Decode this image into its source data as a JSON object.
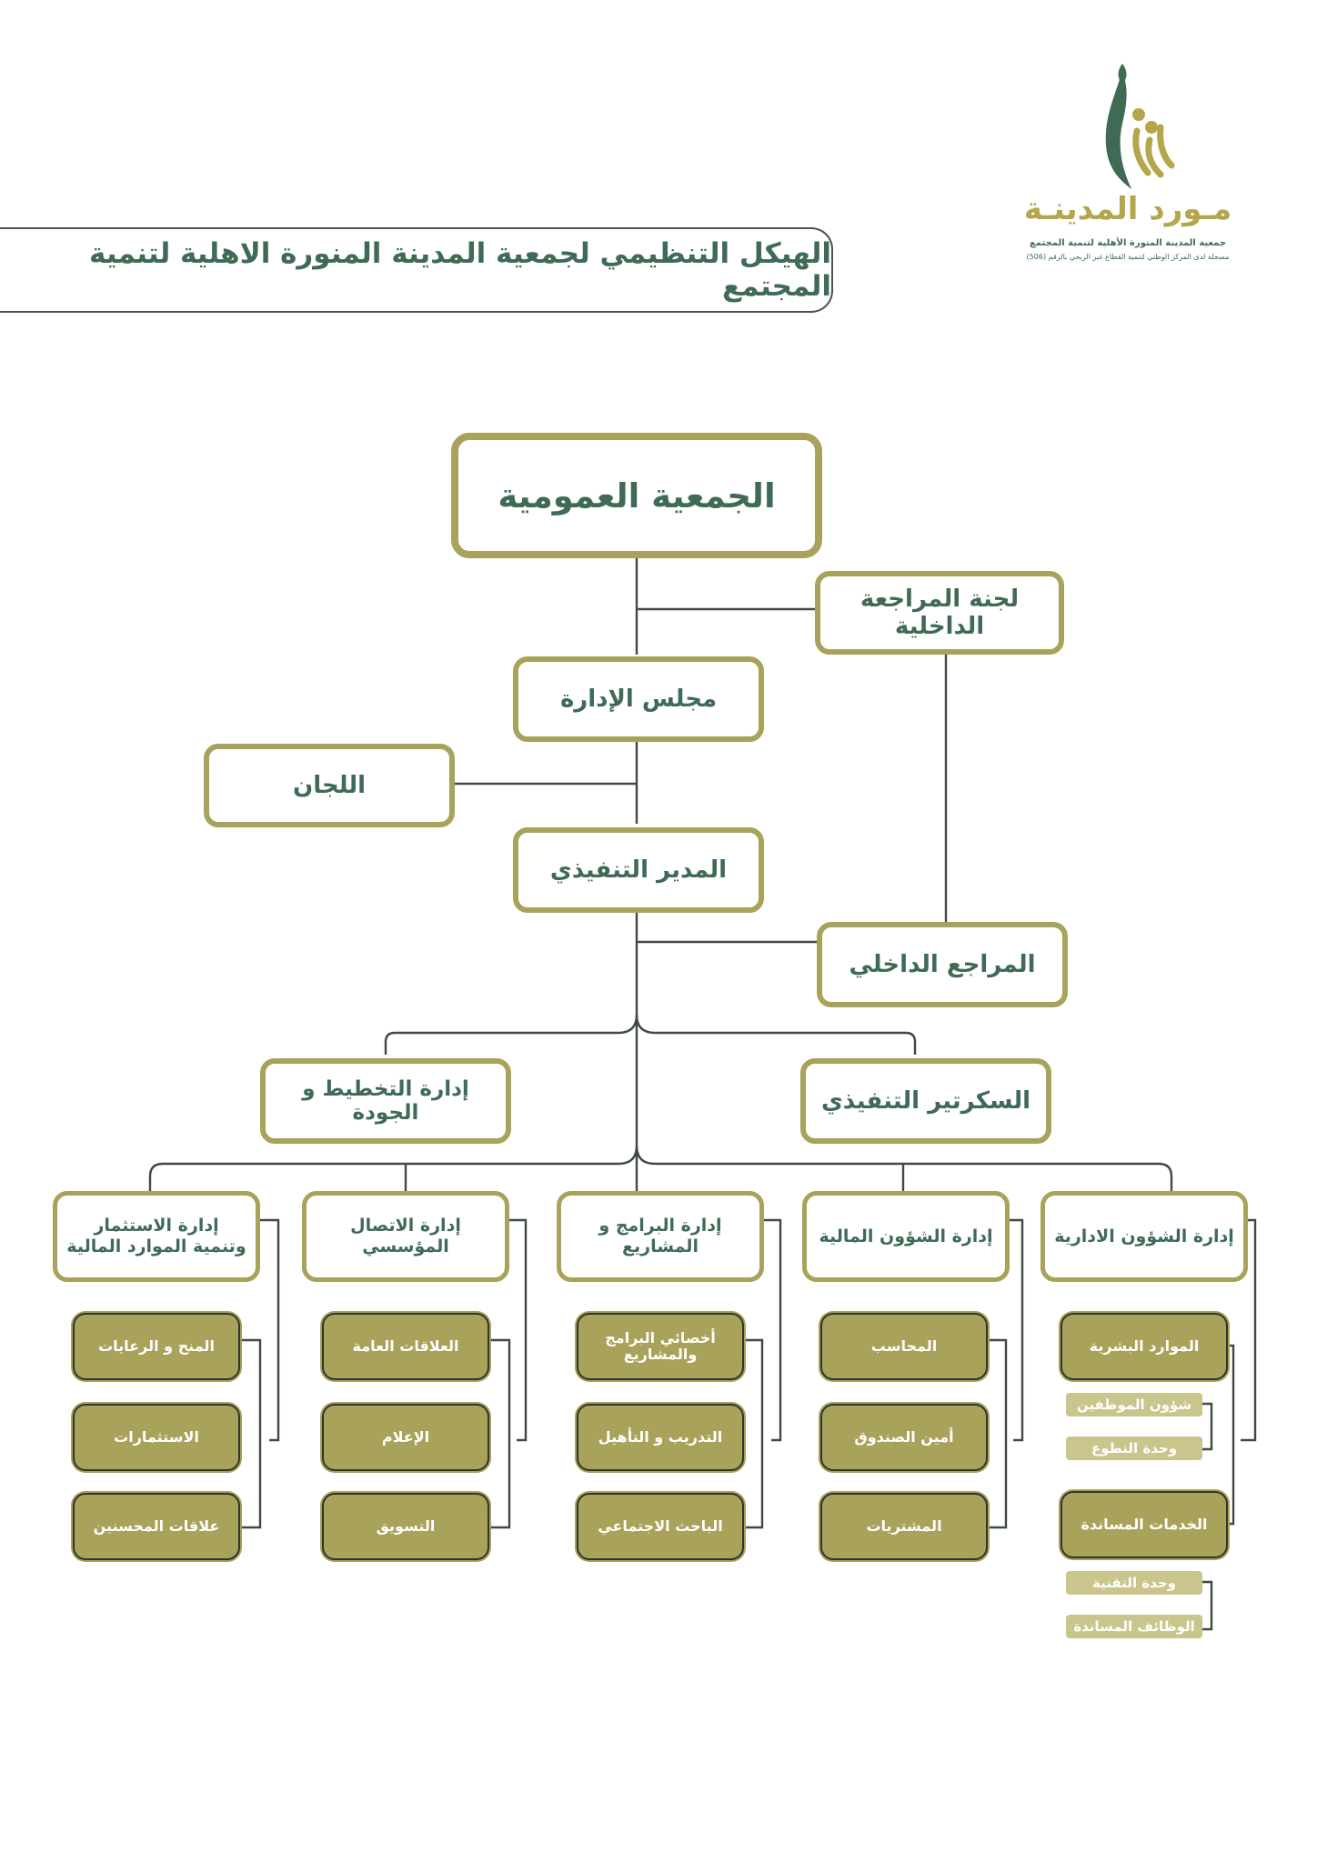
{
  "logo": {
    "name": "مـورد المدينـة",
    "subtitle": "جمعية المدينة المنورة الأهلية لتنمية المجتمع",
    "registration": "مسجلة لدى المركز الوطني لتنمية القطاع غير الربحي بالرقم (506)"
  },
  "title": "الهيكل التنظيمي لجمعية المدينة المنورة الاهلية لتنمية المجتمع",
  "chart": {
    "general_assembly": "الجمعية العمومية",
    "internal_audit_committee": "لجنة المراجعة الداخلية",
    "board": "مجلس الإدارة",
    "committees": "اللجان",
    "executive_director": "المدير التنفيذي",
    "internal_auditor": "المراجع الداخلي",
    "executive_secretary": "السكرتير التنفيذي",
    "planning_quality": "إدارة التخطيط و الجودة"
  },
  "departments": [
    {
      "name": "إدارة الشؤون الادارية",
      "units": [
        "الموارد البشرية",
        "الخدمات المساندة"
      ],
      "tags": [
        "شؤون الموظفين",
        "وحدة التطوع",
        "وحدة التقنية",
        "الوظائف المساندة"
      ]
    },
    {
      "name": "إدارة الشؤون المالية",
      "units": [
        "المحاسب",
        "أمين الصندوق",
        "المشتريات"
      ]
    },
    {
      "name": "إدارة البرامج و المشاريع",
      "units": [
        "أخصائي البرامج والمشاريع",
        "التدريب و التأهيل",
        "الباحث الاجتماعي"
      ]
    },
    {
      "name": "إدارة الاتصال المؤسسي",
      "units": [
        "العلاقات العامة",
        "الإعلام",
        "التسويق"
      ]
    },
    {
      "name": "إدارة الاستثمار وتنمية الموارد المالية",
      "units": [
        "المنح و الرعايات",
        "الاستثمارات",
        "علاقات المحسنين"
      ]
    }
  ]
}
